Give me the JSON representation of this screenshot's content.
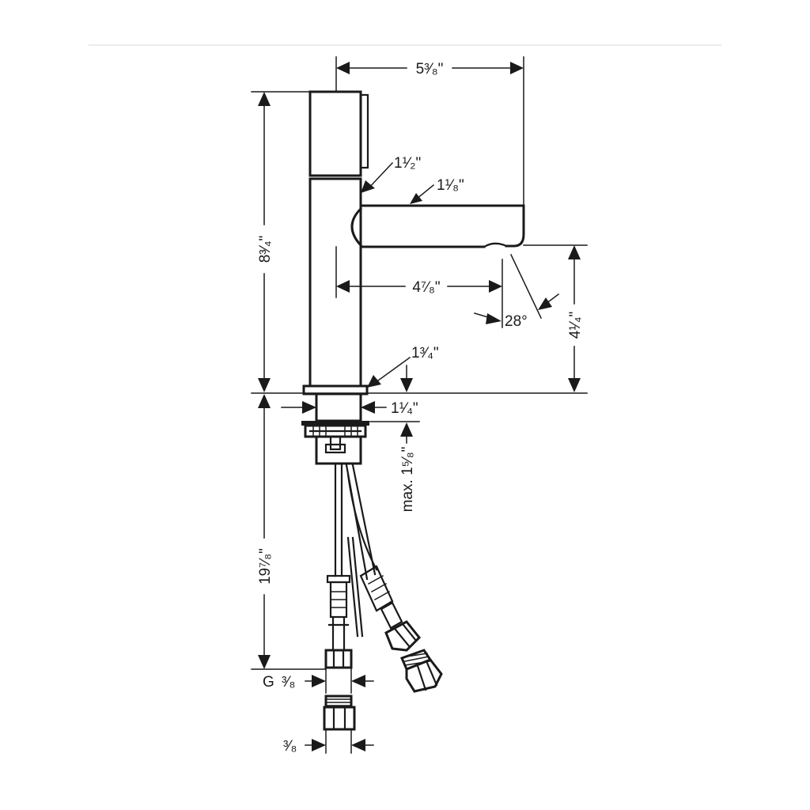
{
  "dimensions": {
    "spout_reach": "5³⁄₈\"",
    "body_top_diameter": "1¹⁄₂\"",
    "spout_diameter": "1¹⁄₈\"",
    "overall_height": "8³⁄₄\"",
    "spout_inner_reach": "4⁷⁄₈\"",
    "spout_angle": "28°",
    "spout_height": "4¹⁄₄\"",
    "base_diameter": "1³⁄₄\"",
    "shank_diameter": "1¹⁄₄\"",
    "max_deck_thickness": "max. 1⁵⁄₈\"",
    "hose_length": "19⁷⁄₈\"",
    "hose_connection_label": "G",
    "hose_connection": "³⁄₈",
    "adapter_connection": "³⁄₈"
  }
}
